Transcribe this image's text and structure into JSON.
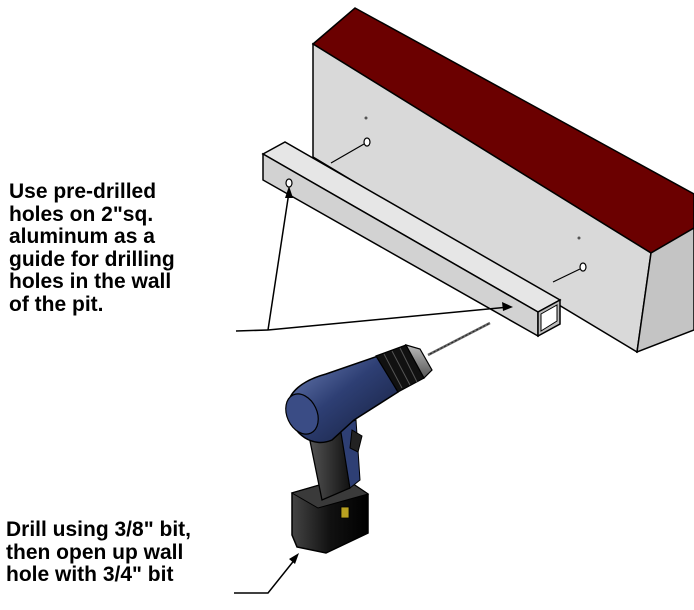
{
  "figure": {
    "callouts": {
      "aluminum_guide": {
        "lines": [
          "Use pre-drilled",
          "holes on 2\"sq.",
          "aluminum as a",
          "guide for drilling",
          "holes in the wall",
          "of the pit."
        ]
      },
      "drill_bit": {
        "lines": [
          "Drill using 3/8\" bit,",
          "then open up wall",
          "hole with 3/4\" bit"
        ]
      }
    },
    "colors": {
      "wall_top": "#6b0000",
      "wall_face": "#d9d9d9",
      "wall_side": "#c4c4c4",
      "aluminum": "#d6d6d6",
      "drill_body": "#2e3f74",
      "drill_grip": "#1a1a1a",
      "battery": "#0d0d0d",
      "battery_latch": "#b8a020",
      "leader_lines": "#000000"
    }
  }
}
